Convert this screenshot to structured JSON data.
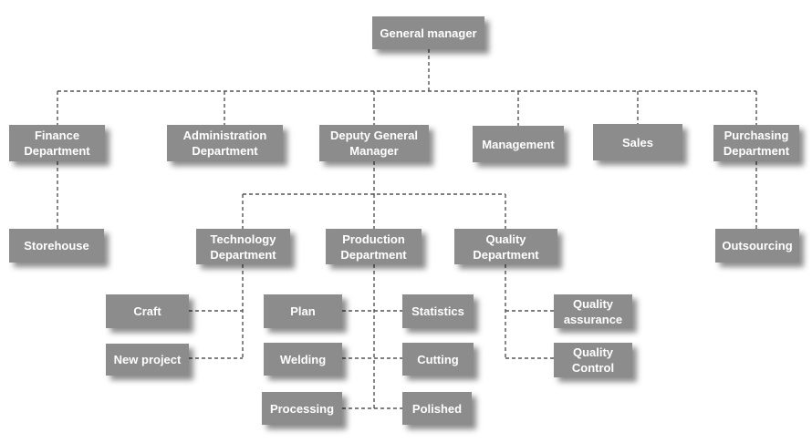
{
  "org_chart": {
    "general_manager": "General manager",
    "departments": {
      "finance": "Finance Department",
      "administration": "Administration Department",
      "deputy_gm": "Deputy General Manager",
      "management": "Management",
      "sales": "Sales",
      "purchasing": "Purchasing Department",
      "storehouse": "Storehouse",
      "outsourcing": "Outsourcing",
      "technology": "Technology Department",
      "production": "Production Department",
      "quality": "Quality Department",
      "craft": "Craft",
      "new_project": "New project",
      "plan": "Plan",
      "welding": "Welding",
      "processing": "Processing",
      "statistics": "Statistics",
      "cutting": "Cutting",
      "polished": "Polished",
      "quality_assurance": "Quality assurance",
      "quality_control": "Quality Control"
    }
  }
}
